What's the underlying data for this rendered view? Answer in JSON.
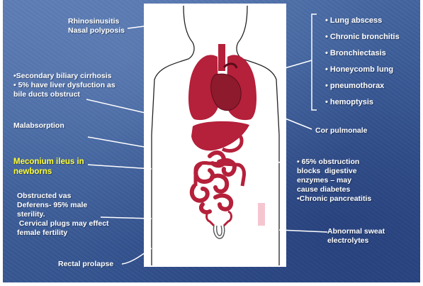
{
  "labels": {
    "sinus_line1": "Rhinosinusitis",
    "sinus_line2": "Nasal polyposis",
    "biliary": "•Secondary biliary cirrhosis\n• 5% have liver dysfuction as\nbile ducts obstruct",
    "malabsorption": "Malabsorption",
    "meconium": "Meconium ileus in\nnewborns",
    "vas": "Obstructed vas\nDeferens- 95% male\nsterility.\n Cervical plugs may effect\nfemale fertility",
    "rectal": "Rectal prolapse",
    "cor": "Cor pulmonale",
    "pancreas": "• 65% obstruction\nblocks  digestive\nenzymes – may\ncause diabetes\n•Chronic pancreatitis",
    "sweat": "Abnormal sweat\nelectrolytes"
  },
  "lung_list": [
    "• Lung abscess",
    "• Chronic bronchitis",
    "• Bronchiectasis",
    "• Honeycomb lung",
    "• pneumothorax",
    "• hemoptysis"
  ],
  "colors": {
    "organ": "#b5203a",
    "organ_dark": "#7a1020",
    "outline": "#222222",
    "highlight_text": "#ffff33"
  }
}
